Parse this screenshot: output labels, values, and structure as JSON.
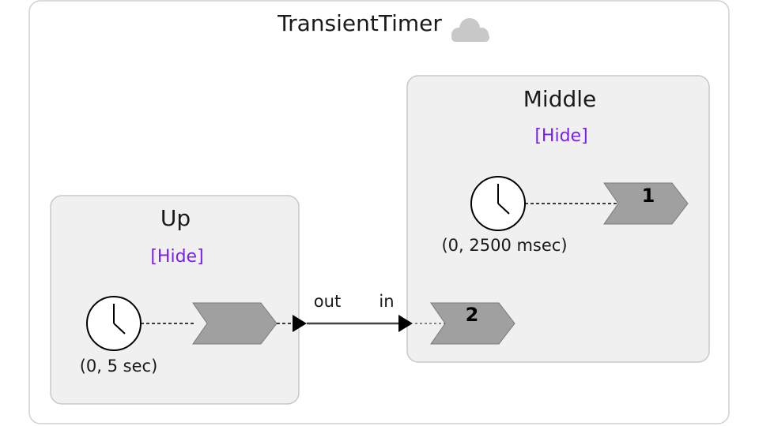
{
  "diagram": {
    "title": "TransientTimer",
    "title_icon": "cloud-icon",
    "colors": {
      "box_fill": "#f0f0f0",
      "box_stroke": "#c8c8c8",
      "link": "#7a1ff2",
      "port_fill": "#a0a0a0"
    },
    "up": {
      "title": "Up",
      "hide_label": "[Hide]",
      "clock_icon": "clock-icon",
      "clock_caption": "(0, 5 sec)",
      "output_badge": ""
    },
    "middle": {
      "title": "Middle",
      "hide_label": "[Hide]",
      "clock_icon": "clock-icon",
      "clock_caption": "(0, 2500 msec)",
      "output_badge": "1",
      "input_badge": "2"
    },
    "connection": {
      "out_label": "out",
      "in_label": "in"
    }
  }
}
